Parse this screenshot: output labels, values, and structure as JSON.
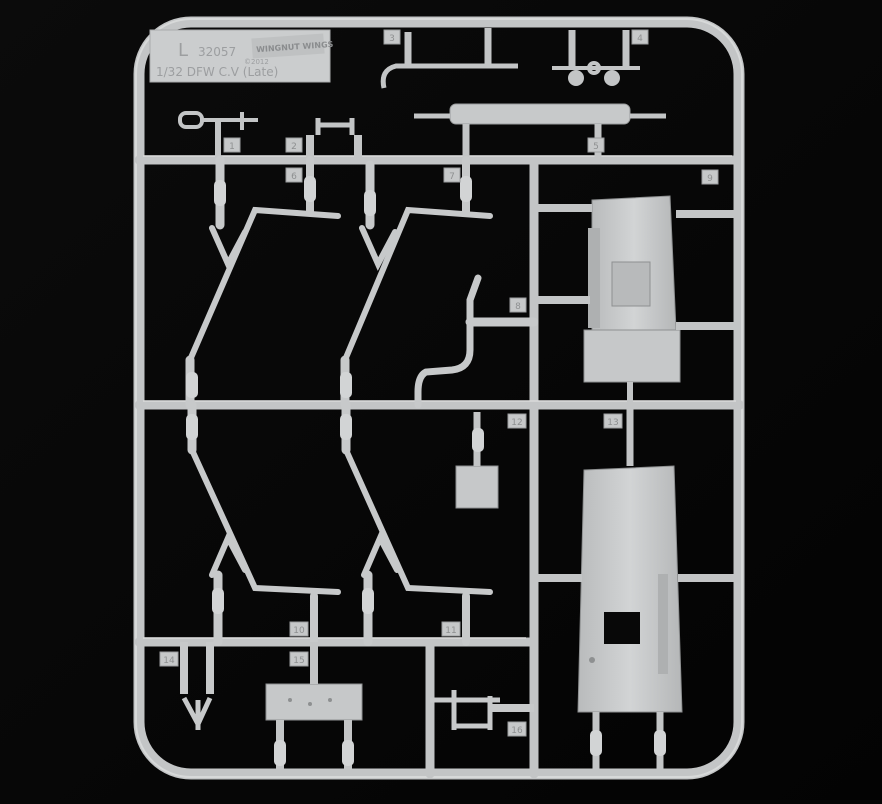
{
  "photo": {
    "subject": "plastic model kit sprue",
    "colors": {
      "background": "#060606",
      "plastic": "#c9cbcc",
      "plastic_shadow": "#8e9091",
      "plastic_highlight": "#e2e3e3",
      "embossed_text": "#9c9ea0"
    }
  },
  "sprue": {
    "letter": "L",
    "kit_number": "32057",
    "brand": "WINGNUT WINGS",
    "scale_title": "1/32 DFW C.V (Late)",
    "copyright": "©2012"
  },
  "part_tags": [
    "1",
    "2",
    "3",
    "4",
    "5",
    "6",
    "7",
    "8",
    "9",
    "10",
    "11",
    "12",
    "13",
    "14",
    "15",
    "16"
  ]
}
